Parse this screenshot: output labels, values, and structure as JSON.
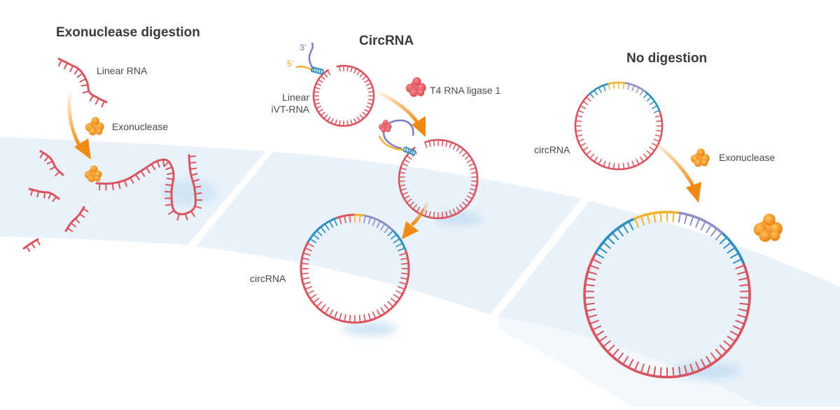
{
  "panels": {
    "exonuclease_digestion": {
      "title": "Exonuclease digestion",
      "linear_rna_label": "Linear RNA",
      "exonuclease_label": "Exonuclease"
    },
    "circrna": {
      "title": "CircRNA",
      "three_prime": "3’",
      "five_prime": "5’",
      "linear_ivt_label": "Linear\niVT-RNA",
      "ligase_label": "T4 RNA ligase 1",
      "product_label": "circRNA"
    },
    "no_digestion": {
      "title": "No digestion",
      "circrna_label": "circRNA",
      "exonuclease_label": "Exonuclease"
    }
  },
  "colors": {
    "rna": "#d9545f",
    "blue_segment": "#2e8fbf",
    "yellow_segment": "#f2b230",
    "purple_segment": "#8f8fc8",
    "arrow": "#f08a10",
    "enzyme": "#f39a1a",
    "ligase": "#e85a5f",
    "band": "#e9f2fa"
  }
}
